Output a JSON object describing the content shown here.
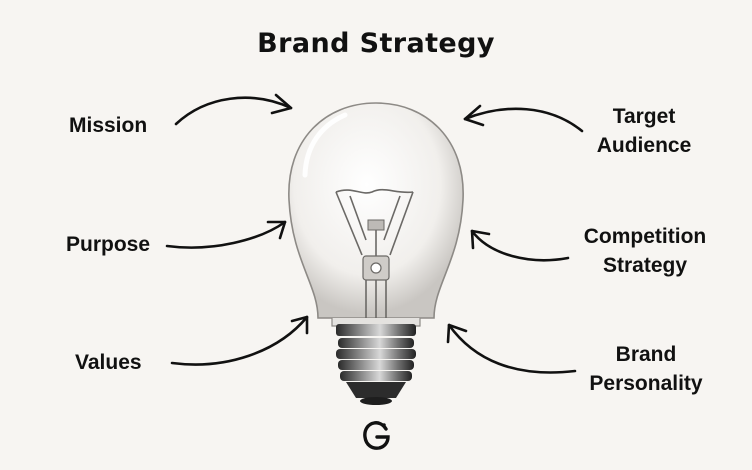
{
  "title": "Brand Strategy",
  "labels": {
    "mission": "Mission",
    "purpose": "Purpose",
    "values": "Values",
    "target_audience": [
      "Target",
      "Audience"
    ],
    "competition_strategy": [
      "Competition",
      "Strategy"
    ],
    "brand_personality": [
      "Brand",
      "Personality"
    ]
  },
  "central_image": "light-bulb",
  "logo": "G-logo-icon"
}
